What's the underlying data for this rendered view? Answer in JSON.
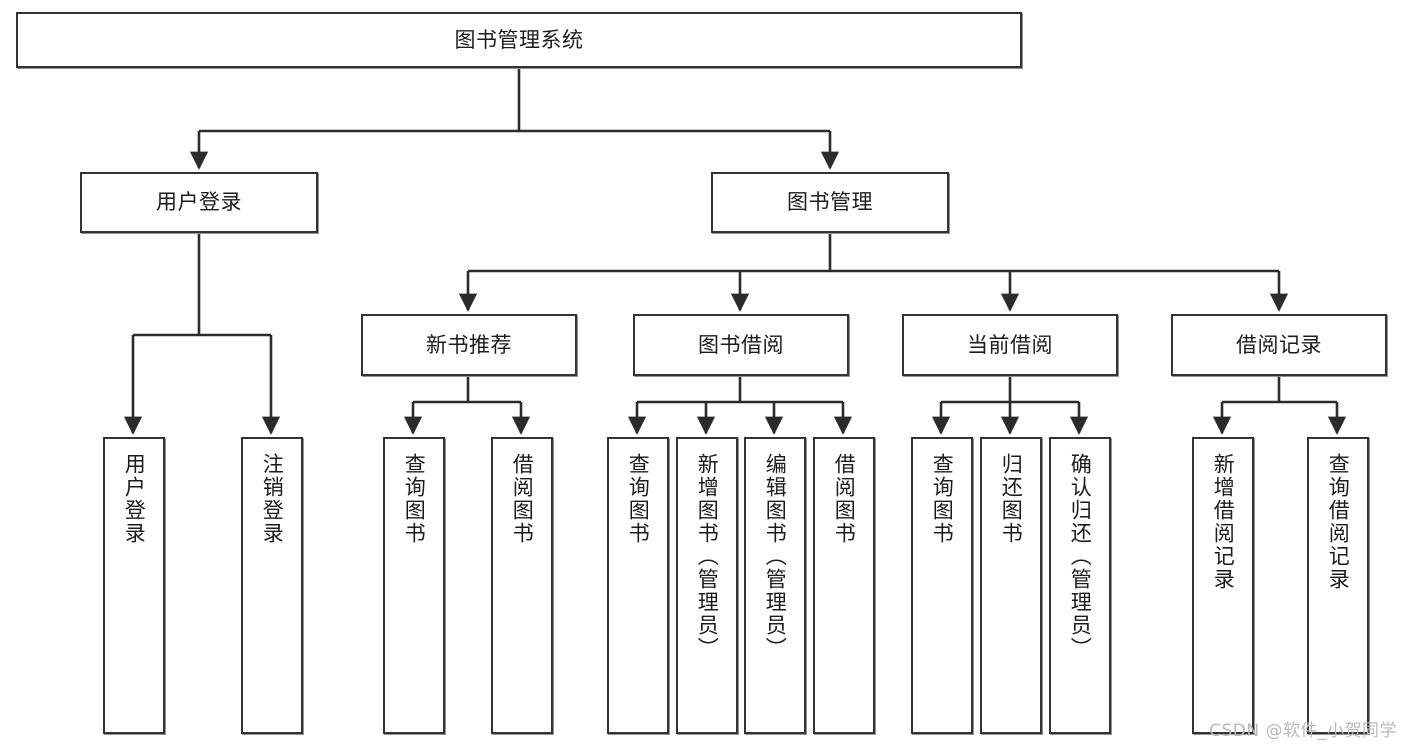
{
  "diagram": {
    "title": "图书管理系统",
    "type": "tree-hierarchy-chart",
    "orientation": "top-down",
    "colors": {
      "background": "#ffffff",
      "node_border": "#333333",
      "node_fill": "#ffffff",
      "edge": "#2b2b2b",
      "text": "#1c1c1c",
      "watermark": "#b9b9b9"
    }
  },
  "root": {
    "label": "图书管理系统"
  },
  "level2": [
    {
      "label": "用户登录"
    },
    {
      "label": "图书管理"
    }
  ],
  "level3": [
    {
      "label": "新书推荐"
    },
    {
      "label": "图书借阅"
    },
    {
      "label": "当前借阅"
    },
    {
      "label": "借阅记录"
    }
  ],
  "leaves": {
    "user_login": [
      {
        "label": "用户登录"
      },
      {
        "label": "注销登录"
      }
    ],
    "new_book_recommend": [
      {
        "label": "查询图书"
      },
      {
        "label": "借阅图书"
      }
    ],
    "book_borrow": [
      {
        "label": "查询图书"
      },
      {
        "label": "新增图书（管理员）"
      },
      {
        "label": "编辑图书（管理员）"
      },
      {
        "label": "借阅图书"
      }
    ],
    "current_borrow": [
      {
        "label": "查询图书"
      },
      {
        "label": "归还图书"
      },
      {
        "label": "确认归还（管理员）"
      }
    ],
    "borrow_record": [
      {
        "label": "新增借阅记录"
      },
      {
        "label": "查询借阅记录"
      }
    ]
  },
  "watermark": {
    "text": "CSDN @软件_小贺同学"
  }
}
